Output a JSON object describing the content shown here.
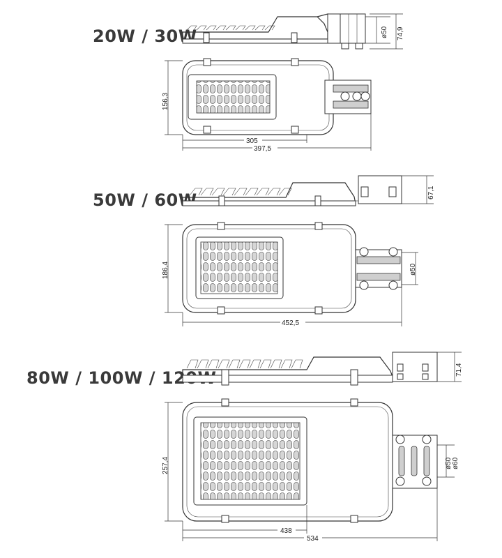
{
  "models": [
    {
      "label": "20W / 30W",
      "dims": {
        "height_side": "74,9",
        "pipe": "ø50",
        "width_front": "156,3",
        "module_length": "305",
        "total_length": "397,5"
      }
    },
    {
      "label": "50W / 60W",
      "dims": {
        "height_side": "67,1",
        "pipe": "ø50",
        "width_front": "186,4",
        "total_length": "452,5"
      }
    },
    {
      "label": "80W / 100W / 120W",
      "dims": {
        "height_side": "71,4",
        "pipe": "ø50",
        "pipe2": "ø60",
        "width_front": "257,4",
        "module_length": "438",
        "total_length": "534"
      }
    }
  ]
}
